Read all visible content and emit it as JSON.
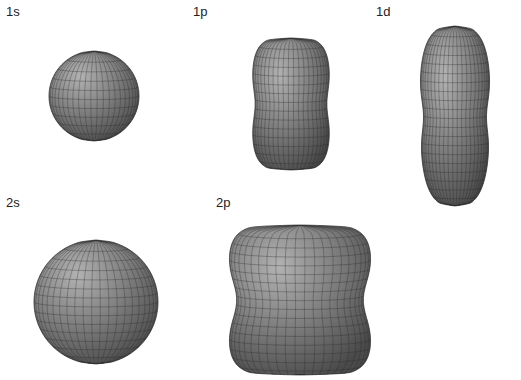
{
  "diagram": {
    "labels": [
      "1s",
      "1p",
      "1d",
      "2s",
      "2p"
    ]
  }
}
